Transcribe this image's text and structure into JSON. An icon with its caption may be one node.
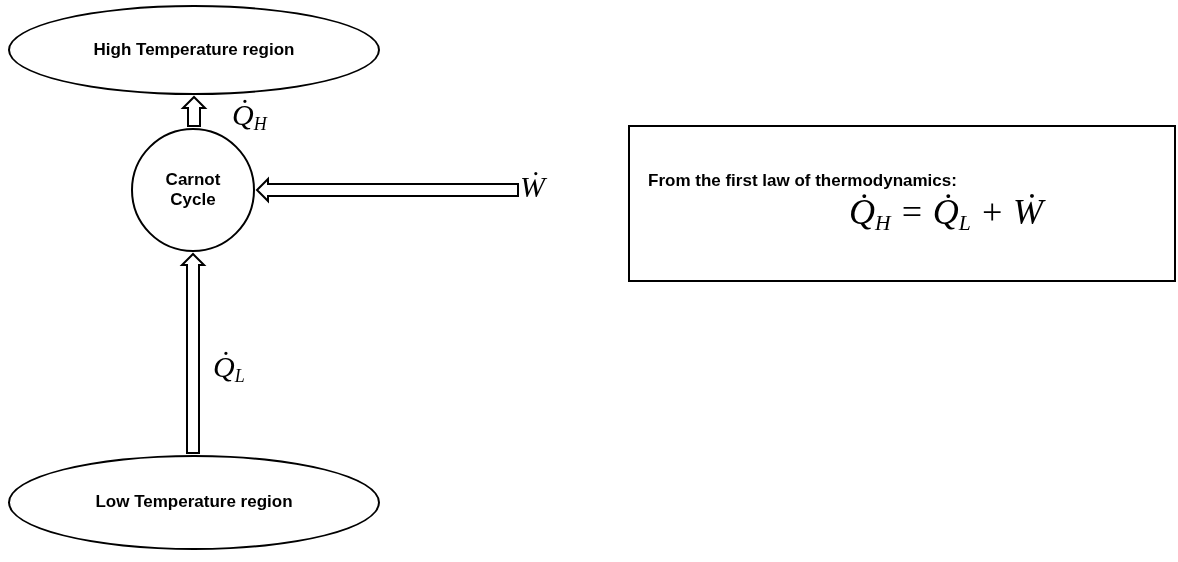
{
  "diagram": {
    "nodes": [
      {
        "text": [
          "High Temperature region"
        ]
      },
      {
        "text": [
          "Carnot Cycle"
        ]
      },
      {
        "text": [
          "Low Temperature region"
        ]
      },
      {
        "text": [
          "From the first law of thermodynamics:",
          "Q̇$_{H}$ = Q̇$_{L}$ + Ẇ"
        ]
      },
      {
        "text": [
          "Ẇ"
        ]
      }
    ],
    "edges": [
      {
        "from": 1,
        "to": 0,
        "arrow": "to",
        "style": "thick",
        "label": "Q̇$_{H}$"
      },
      {
        "from": 2,
        "to": 1,
        "arrow": "to",
        "style": "thick",
        "label": "Q̇$_{L}$"
      },
      {
        "from": 4,
        "to": 1,
        "arrow": "to",
        "style": "thick"
      }
    ]
  }
}
